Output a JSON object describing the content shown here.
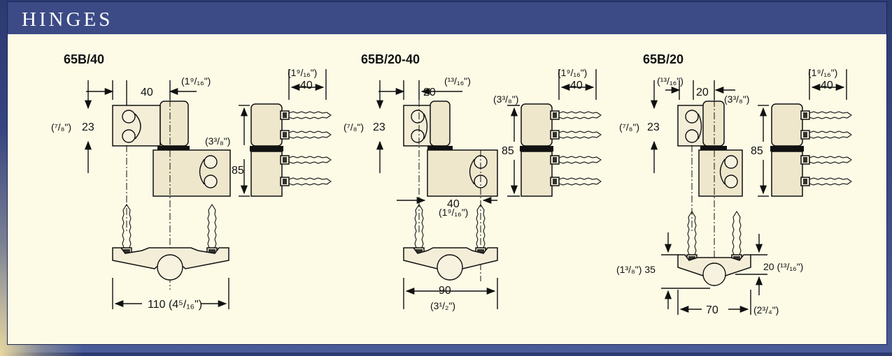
{
  "header": {
    "title": "HINGES"
  },
  "hinges": [
    {
      "model": "65B/40",
      "dims": {
        "top_width": "40",
        "top_width_in": "(1⁹/₁₆\")",
        "hole_spacing": "23",
        "hole_spacing_in": "(⁷/₈\")",
        "height_in": "(3³/₈\")",
        "height": "85",
        "side_width_in": "(1⁹/₁₆\")",
        "side_width": "40",
        "base_width": "110 (4⁵/₁₆\")"
      }
    },
    {
      "model": "65B/20-40",
      "dims": {
        "top_width": "20",
        "top_width_in": "(¹³/₁₆\")",
        "hole_spacing": "23",
        "hole_spacing_in": "(⁷/₈\")",
        "height_in": "(3³/₈\")",
        "height": "85",
        "side_width_in": "(1⁹/₁₆\")",
        "side_width": "40",
        "lower_width": "40",
        "lower_width_in": "(1⁹/₁₆\")",
        "base_width": "90",
        "base_width_in": "(3¹/₂\")"
      }
    },
    {
      "model": "65B/20",
      "dims": {
        "top_width_in": "(¹³/₁₆\")",
        "top_width": "20",
        "hole_spacing": "23",
        "hole_spacing_in": "(⁷/₈\")",
        "height_in": "(3³/₈\")",
        "height": "85",
        "side_width_in": "(1⁹/₁₆\")",
        "side_width": "40",
        "base_height_left": "(1³/₈\") 35",
        "base_height_right": "20 (¹³/₁₆\")",
        "base_width": "70",
        "base_width_in": "(2³/₄\")"
      }
    }
  ]
}
